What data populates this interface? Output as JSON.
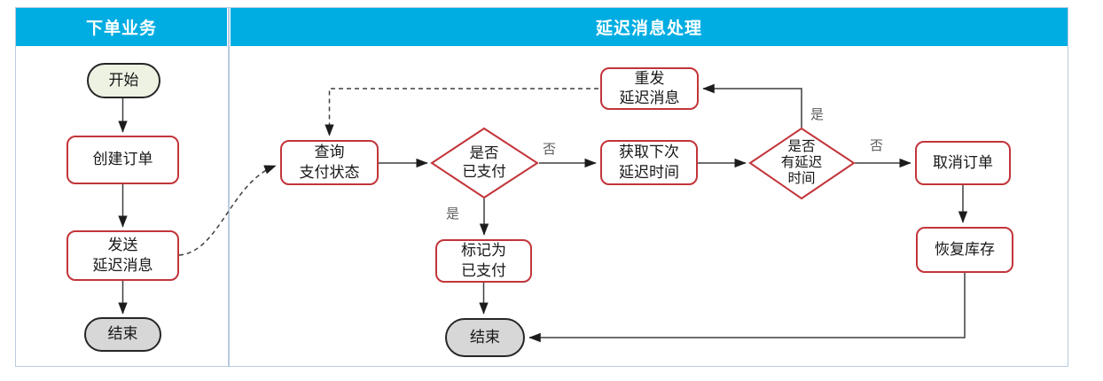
{
  "diagram": {
    "type": "flowchart-swimlane",
    "lanes": [
      {
        "id": "order-business",
        "title": "下单业务"
      },
      {
        "id": "delay-message-handling",
        "title": "延迟消息处理"
      }
    ],
    "nodes": {
      "start": {
        "label": "开始",
        "shape": "terminal"
      },
      "create_order": {
        "label": "创建订单",
        "shape": "process"
      },
      "send_delay_msg": {
        "label": "发送\n延迟消息",
        "shape": "process"
      },
      "end_left": {
        "label": "结束",
        "shape": "terminal"
      },
      "query_pay_status": {
        "label": "查询\n支付状态",
        "shape": "process"
      },
      "is_paid": {
        "label": "是否\n已支付",
        "shape": "decision"
      },
      "get_next_delay": {
        "label": "获取下次\n延迟时间",
        "shape": "process"
      },
      "has_delay_time": {
        "label": "是否\n有延迟\n时间",
        "shape": "decision"
      },
      "resend_delay_msg": {
        "label": "重发\n延迟消息",
        "shape": "process"
      },
      "cancel_order": {
        "label": "取消订单",
        "shape": "process"
      },
      "restore_stock": {
        "label": "恢复库存",
        "shape": "process"
      },
      "mark_paid": {
        "label": "标记为\n已支付",
        "shape": "process"
      },
      "end_right": {
        "label": "结束",
        "shape": "terminal"
      }
    },
    "edge_labels": {
      "is_paid_no": "否",
      "is_paid_yes": "是",
      "has_delay_yes": "是",
      "has_delay_no": "否"
    },
    "colors": {
      "lane_header_bg": "#00ade2",
      "lane_header_text": "#ffffff",
      "node_border_red": "#c2353a",
      "terminal_border": "#262626",
      "start_fill": "#edf2e3",
      "end_fill": "#d7d7d7",
      "frame_border": "#b9cbdf",
      "connector": "#3f3f3f",
      "edge_label_text": "#5e5e5e"
    }
  }
}
